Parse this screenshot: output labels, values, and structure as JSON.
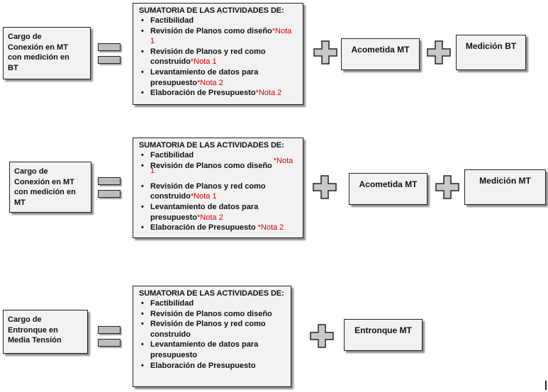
{
  "activities_title": "SUMATORIA DE LAS ACTIVIDADES DE:",
  "rows": [
    {
      "label": [
        "Cargo de",
        "Conexión en MT",
        "con medición en",
        "BT"
      ],
      "activities": [
        {
          "lines": [
            "Factibilidad"
          ],
          "note": ""
        },
        {
          "lines": [
            "Revisión de Planos como diseño"
          ],
          "note": "*Nota 1"
        },
        {
          "lines": [
            "Revisión de Planos y red como",
            "construido"
          ],
          "note": "*Nota 1"
        },
        {
          "lines": [
            "Levantamiento de datos para",
            "presupuesto"
          ],
          "note": "*Nota 2"
        },
        {
          "lines": [
            "Elaboración de Presupuesto"
          ],
          "note": "*Nota 2"
        }
      ],
      "results": [
        "Acometida MT",
        "Medición BT"
      ]
    },
    {
      "label": [
        "Cargo de",
        "Conexión en MT",
        "con medición en",
        "MT"
      ],
      "activities": [
        {
          "lines": [
            "Factibilidad"
          ],
          "note": ""
        },
        {
          "lines": [
            "Revisión de Planos como diseño"
          ],
          "note": "*Nota 1"
        },
        {
          "lines": [
            "Revisión de Planos y red como",
            "construido"
          ],
          "note": "*Nota 1"
        },
        {
          "lines": [
            "Levantamiento de datos para",
            "presupuesto"
          ],
          "note": "*Nota 2"
        },
        {
          "lines": [
            "Elaboración de Presupuesto"
          ],
          "note": "*Nota 2"
        }
      ],
      "results": [
        "Acometida MT",
        "Medición MT"
      ]
    },
    {
      "label": [
        "Cargo de",
        "Entronque en",
        "Media Tensión"
      ],
      "activities": [
        {
          "lines": [
            "Factibilidad"
          ],
          "note": ""
        },
        {
          "lines": [
            "Revisión de Planos como diseño"
          ],
          "note": ""
        },
        {
          "lines": [
            "Revisión de Planos y red como",
            "construido"
          ],
          "note": ""
        },
        {
          "lines": [
            "Levantamiento de datos para",
            "presupuesto"
          ],
          "note": ""
        },
        {
          "lines": [
            "Elaboración de Presupuesto"
          ],
          "note": ""
        }
      ],
      "results": [
        "Entronque  MT"
      ]
    }
  ]
}
